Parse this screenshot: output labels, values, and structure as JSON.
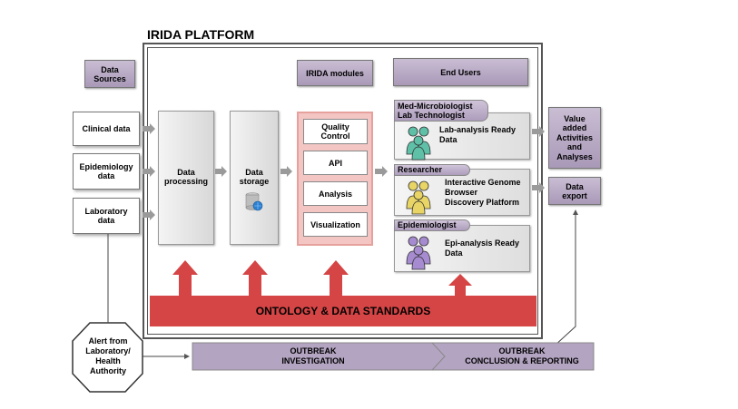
{
  "platform_title": "IRIDA PLATFORM",
  "data_sources": {
    "header": "Data\nSources",
    "items": [
      "Clinical data",
      "Epidemiology\ndata",
      "Laboratory\ndata"
    ]
  },
  "processing": {
    "label": "Data\nprocessing"
  },
  "storage": {
    "label": "Data\nstorage",
    "icon": "database-globe-icon"
  },
  "modules": {
    "header": "IRIDA modules",
    "items": [
      "Quality\nControl",
      "API",
      "Analysis",
      "Visualization"
    ]
  },
  "end_users": {
    "header": "End Users",
    "groups": [
      {
        "role": "Med-Microbiologist\nLab Technologist",
        "output": "Lab-analysis Ready\nData",
        "icon_color": "#5fc0a8"
      },
      {
        "role": "Researcher",
        "output": "Interactive Genome\nBrowser\nDiscovery Platform",
        "icon_color": "#e8d566"
      },
      {
        "role": "Epidemiologist",
        "output": "Epi-analysis Ready\nData",
        "icon_color": "#a68bd0"
      }
    ]
  },
  "outputs": {
    "value_added": "Value\nadded\nActivities\nand\nAnalyses",
    "data_export": "Data\nexport"
  },
  "ontology": "ONTOLOGY & DATA STANDARDS",
  "alert": "Alert from\nLaboratory/\nHealth\nAuthority",
  "outbreak_investigation": "OUTBREAK\nINVESTIGATION",
  "outbreak_conclusion": "OUTBREAK\nCONCLUSION & REPORTING",
  "colors": {
    "purple": "#b3a4c1",
    "red": "#d64545",
    "pink_panel": "#f3c6c4",
    "arrow_red": "#d64545"
  }
}
